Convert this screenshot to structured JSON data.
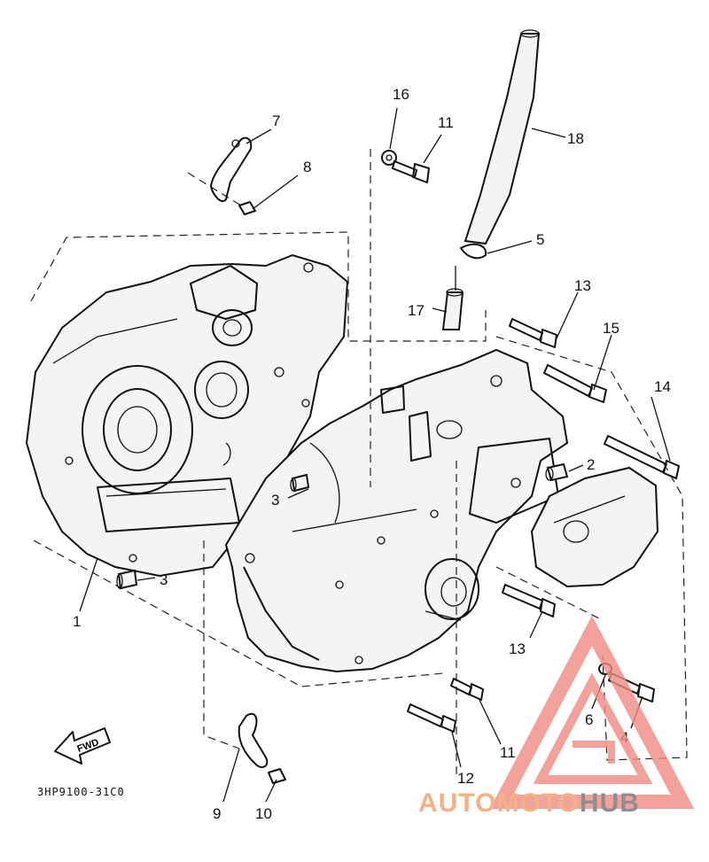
{
  "diagram": {
    "drawing_code": "3HP9100-31C0",
    "fwd_label": "FWD",
    "callouts": [
      {
        "id": "c1",
        "text": "1"
      },
      {
        "id": "c2",
        "text": "2"
      },
      {
        "id": "c3a",
        "text": "3"
      },
      {
        "id": "c3b",
        "text": "3"
      },
      {
        "id": "c4",
        "text": "4"
      },
      {
        "id": "c5",
        "text": "5"
      },
      {
        "id": "c6",
        "text": "6"
      },
      {
        "id": "c7",
        "text": "7"
      },
      {
        "id": "c8",
        "text": "8"
      },
      {
        "id": "c9",
        "text": "9"
      },
      {
        "id": "c10",
        "text": "10"
      },
      {
        "id": "c11a",
        "text": "11"
      },
      {
        "id": "c11b",
        "text": "11"
      },
      {
        "id": "c12",
        "text": "12"
      },
      {
        "id": "c13a",
        "text": "13"
      },
      {
        "id": "c13b",
        "text": "13"
      },
      {
        "id": "c14",
        "text": "14"
      },
      {
        "id": "c15",
        "text": "15"
      },
      {
        "id": "c16",
        "text": "16"
      },
      {
        "id": "c17",
        "text": "17"
      },
      {
        "id": "c18",
        "text": "18"
      }
    ]
  },
  "watermark": {
    "brand_part1": "AUTOMOTO",
    "brand_part2": "HUB",
    "color_primary": "#f08c82",
    "color_secondary": "#f6b98a",
    "color_dark": "#8a8a8a"
  }
}
